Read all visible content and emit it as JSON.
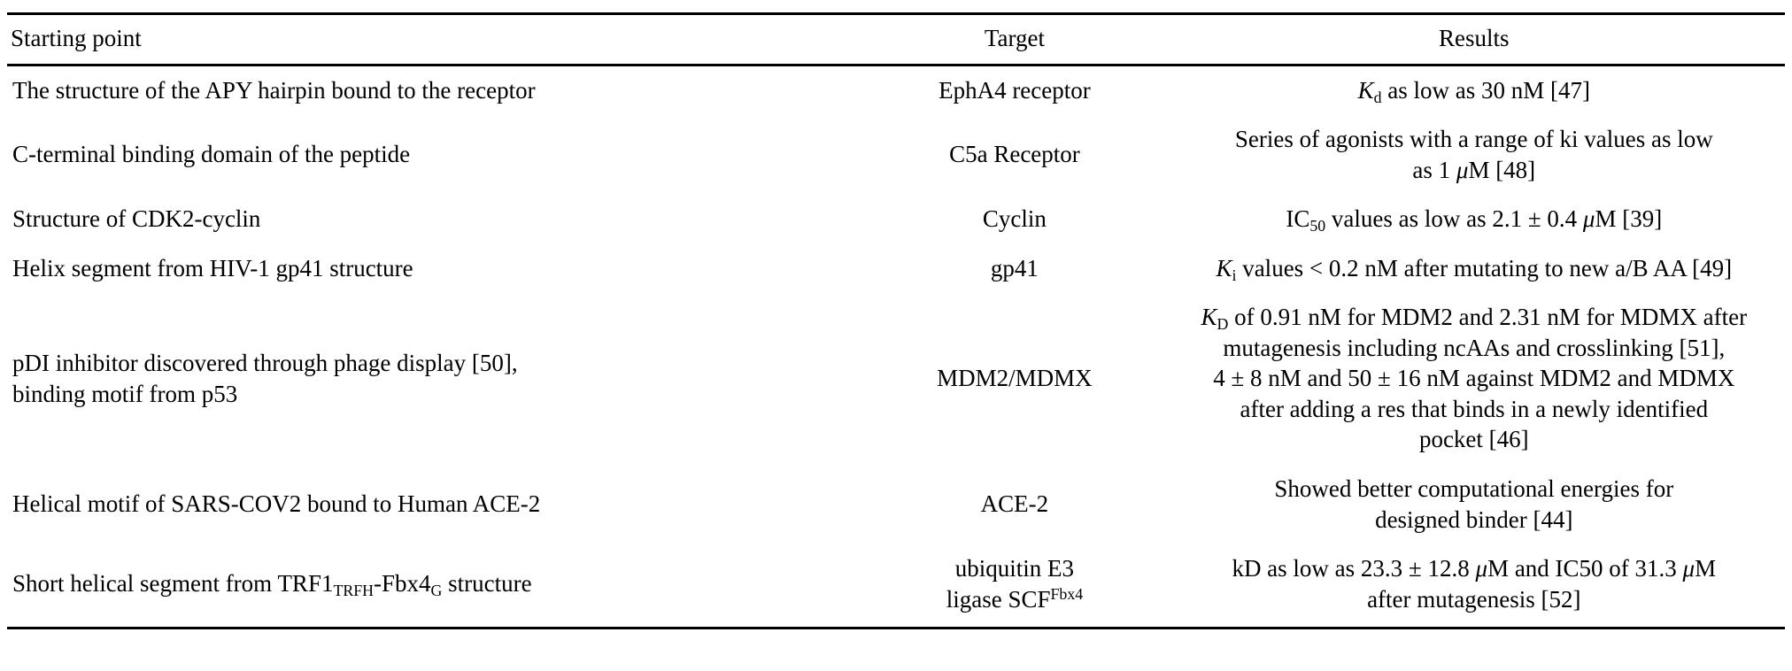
{
  "table": {
    "caption": "",
    "columns": [
      {
        "key": "start",
        "label": "Starting point",
        "align": "left"
      },
      {
        "key": "target",
        "label": "Target",
        "align": "center"
      },
      {
        "key": "results",
        "label": "Results",
        "align": "center"
      }
    ],
    "rows": [
      {
        "start": "The structure of the APY hairpin bound to the receptor",
        "target": "EphA4 receptor",
        "results_pre": "K",
        "results_sub": "d",
        "results_post": " as low as 30 nM [47]",
        "results_plain": "Kd as low as 30 nM [47]"
      },
      {
        "start": "C-terminal binding domain of the peptide",
        "target": "C5a Receptor",
        "results_line1": "Series of agonists with a range of ki values as low",
        "results_line2_pre": "as 1 ",
        "results_line2_mu": "μ",
        "results_line2_post": "M [48]",
        "results_plain": "Series of agonists with a range of ki values as low as 1 μM [48]"
      },
      {
        "start": "Structure of CDK2-cyclin",
        "target": "Cyclin",
        "results_pre": "IC",
        "results_sub": "50",
        "results_mid": " values as low as 2.1 ± 0.4 ",
        "results_mu": "μ",
        "results_post": "M [39]",
        "results_plain": "IC50 values as low as 2.1 ± 0.4 μM [39]"
      },
      {
        "start": "Helix segment from HIV-1 gp41 structure",
        "target": "gp41",
        "results_pre": "K",
        "results_sub": "i",
        "results_post": " values < 0.2 nM after mutating to new a/B AA [49]",
        "results_plain": "Ki values < 0.2 nM after mutating to new a/B AA [49]"
      },
      {
        "start_line1": "pDI inhibitor discovered through phage display [50],",
        "start_line2": "binding motif from p53",
        "start": "pDI inhibitor discovered through phage display [50], binding motif from p53",
        "target": "MDM2/MDMX",
        "results_l1_pre": "K",
        "results_l1_sub": "D",
        "results_l1_post": " of 0.91 nM for MDM2 and 2.31 nM for MDMX after",
        "results_l2": "mutagenesis including ncAAs and crosslinking [51],",
        "results_l3": "4 ± 8 nM and 50 ± 16 nM against MDM2 and MDMX",
        "results_l4": "after adding a res that binds in a newly identified",
        "results_l5": "pocket [46]",
        "results_plain": "KD of 0.91 nM for MDM2 and 2.31 nM for MDMX after mutagenesis including ncAAs and crosslinking [51], 4 ± 8 nM and 50 ± 16 nM against MDM2 and MDMX after adding a res that binds in a newly identified pocket [46]"
      },
      {
        "start": "Helical motif of SARS-COV2 bound to Human ACE-2",
        "target": "ACE-2",
        "results_line1": "Showed better computational energies for",
        "results_line2": "designed binder [44]",
        "results_plain": "Showed better computational energies for designed binder [44]"
      },
      {
        "start_pre": "Short helical segment from TRF1",
        "start_sub1": "TRFH",
        "start_mid": "-Fbx4",
        "start_sub2": "G",
        "start_post": " structure",
        "start": "Short helical segment from TRF1TRFH-Fbx4G structure",
        "target_line1": "ubiquitin E3",
        "target_line2_pre": "ligase SCF",
        "target_line2_sup": "Fbx4",
        "target": "ubiquitin E3 ligase SCFFbx4",
        "results_l1_pre": "kD as low as 23.3 ± 12.8 ",
        "results_l1_mu1": "μ",
        "results_l1_mid": "M and IC50 of 31.3 ",
        "results_l1_mu2": "μ",
        "results_l1_post": "M",
        "results_l2": "after mutagenesis [52]",
        "results_plain": "kD as low as 23.3 ± 12.8 μM and IC50 of 31.3 μM after mutagenesis [52]"
      }
    ]
  },
  "style": {
    "rule_color": "#000000",
    "text_color": "#000000",
    "background": "#ffffff"
  }
}
